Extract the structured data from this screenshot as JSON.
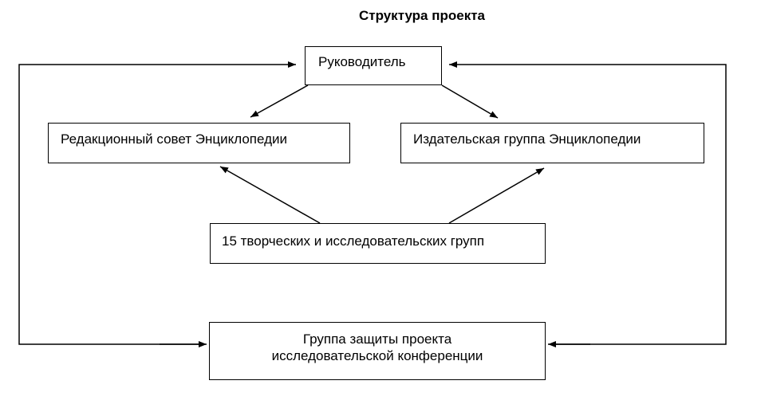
{
  "title": "Структура проекта",
  "nodes": {
    "head": "Руководитель",
    "board": "Редакционный совет Энциклопедии",
    "publishing": "Издательская группа Энциклопедии",
    "groups": "15 творческих и исследовательских групп",
    "defense_line1": "Группа защиты проекта",
    "defense_line2": "исследовательской конференции"
  }
}
